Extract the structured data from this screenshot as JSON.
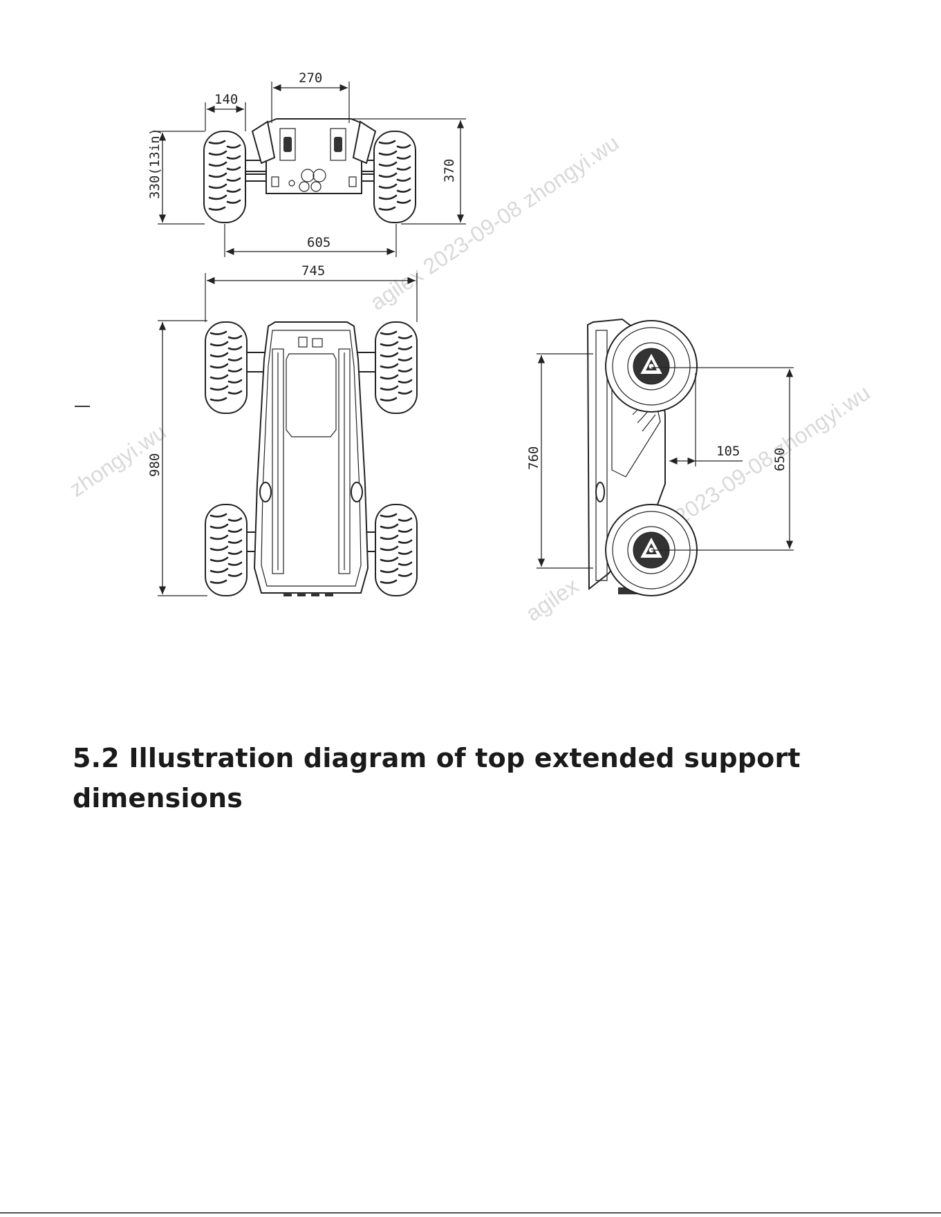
{
  "drawing": {
    "dimensions": {
      "front_view": {
        "top_width": "270",
        "wheel_width": "140",
        "body_height_left": "330(13in)",
        "overall_height_right": "370",
        "track_width": "605"
      },
      "top_view": {
        "overall_width": "745",
        "overall_length": "980"
      },
      "side_view": {
        "body_length": "760",
        "wheelbase": "650",
        "offset": "105"
      }
    },
    "watermarks": [
      "agilex 2023-09-08 zhongyi.wu",
      "zhongyi.wu",
      "2023-09-08 zhongyi.wu",
      "agilex"
    ]
  },
  "section": {
    "heading": "5.2 Illustration diagram of top extended support dimensions"
  }
}
